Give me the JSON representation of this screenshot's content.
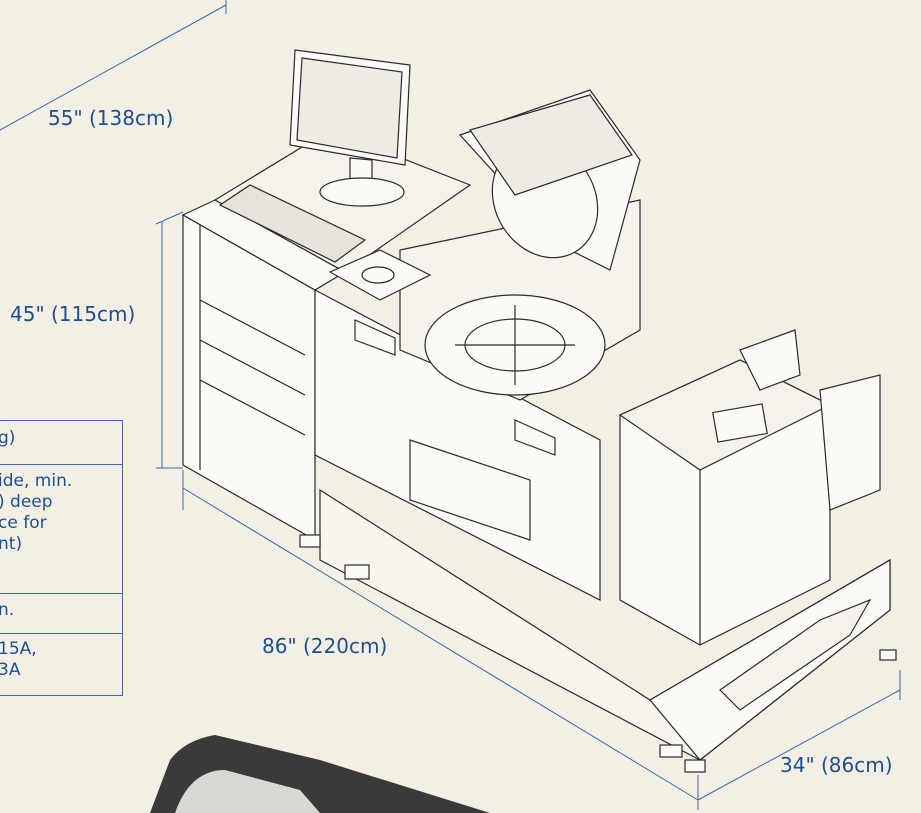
{
  "dimensions": {
    "width_top": "55\" (138cm)",
    "height": "45\" (115cm)",
    "length": "86\" (220cm)",
    "depth": "34\" (86cm)"
  },
  "spec_table": {
    "rows": [
      {
        "lines": [
          "g)"
        ]
      },
      {
        "lines": [
          "ide, min.",
          ") deep",
          "ce for",
          "nt)"
        ]
      },
      {
        "lines": [
          "n."
        ]
      },
      {
        "lines": [
          "15A,",
          "3A"
        ]
      }
    ]
  },
  "colors": {
    "background": "#f3efe4",
    "dimension_text": "#1d4e8f",
    "dimension_line": "#3b6aa3",
    "drawing_line": "#2a2a2a"
  }
}
